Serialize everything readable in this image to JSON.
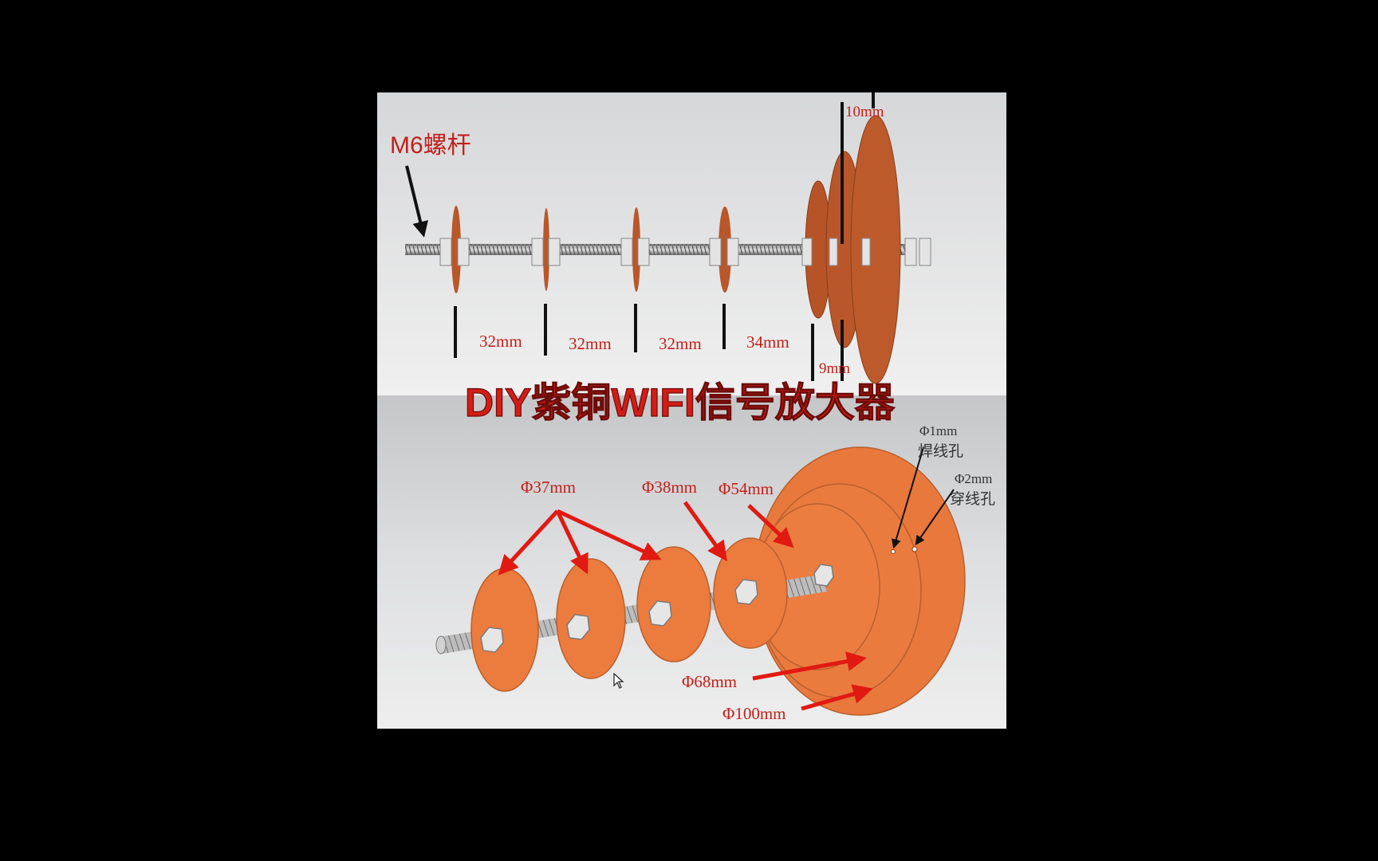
{
  "title": "DIY紫铜WIFI信号放大器",
  "top_view": {
    "rod_label": "M6螺杆",
    "spacings": [
      "32mm",
      "32mm",
      "32mm",
      "34mm"
    ],
    "small_gap": "9mm",
    "top_gap": "10mm"
  },
  "bottom_view": {
    "disc_labels": {
      "d37": "Φ37mm",
      "d38": "Φ38mm",
      "d54": "Φ54mm",
      "d68": "Φ68mm",
      "d100": "Φ100mm"
    },
    "hole_1mm": {
      "size": "Φ1mm",
      "name": "焊线孔"
    },
    "hole_2mm": {
      "size": "Φ2mm",
      "name": "穿线孔"
    }
  },
  "colors": {
    "copper_dark": "#b9572a",
    "copper_light": "#e8783c",
    "annotation_red": "#c0211b",
    "arrow_red": "#e01a12",
    "background": "#000000"
  }
}
